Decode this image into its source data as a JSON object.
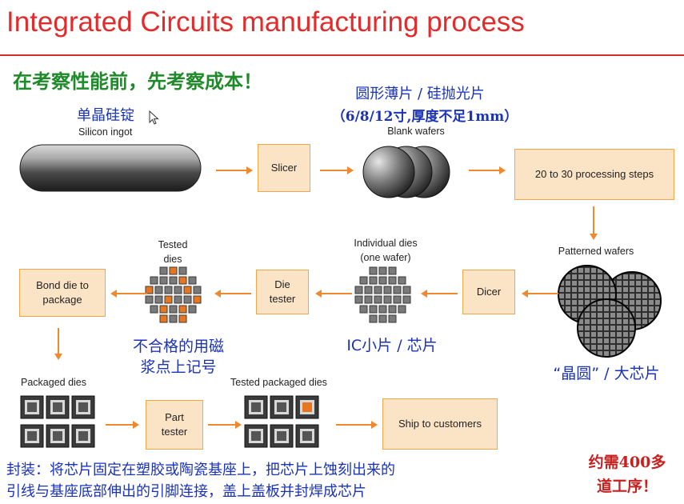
{
  "title": "Integrated Circuits manufacturing process",
  "subtitle": "在考察性能前，先考察成本！",
  "row1": {
    "ingot_cn": "单晶硅锭",
    "ingot_label": "Silicon ingot",
    "slicer": "Slicer",
    "wafer_cn_line1": "圆形薄片 / 硅抛光片",
    "wafer_cn_line2": "（6/8/12寸,厚度不足1mm）",
    "blank_wafers_label": "Blank wafers",
    "processing_steps": "20 to 30 processing steps"
  },
  "row2": {
    "patterned_wafers_label": "Patterned wafers",
    "dicer": "Dicer",
    "individual_dies_line1": "Individual dies",
    "individual_dies_line2": "(one wafer)",
    "die_tester_line1": "Die",
    "die_tester_line2": "tester",
    "tested_dies_line1": "Tested",
    "tested_dies_line2": "dies",
    "bond_line1": "Bond die to",
    "bond_line2": "package",
    "bad_die_note_line1": "不合格的用磁",
    "bad_die_note_line2": "浆点上记号",
    "ic_chip_note": "IC小片 / 芯片",
    "wafer_note": "“晶圆” / 大芯片"
  },
  "row3": {
    "packaged_dies_label": "Packaged dies",
    "part_tester_line1": "Part",
    "part_tester_line2": "tester",
    "tested_packaged_label": "Tested packaged dies",
    "ship": "Ship to customers"
  },
  "footer": {
    "packaging_line1": "封装：将芯片固定在塑胶或陶瓷基座上，把芯片上蚀刻出来的",
    "packaging_line2": "引线与基座底部伸出的引脚连接，盖上盖板并封焊成芯片",
    "steps_line1": "约需400多",
    "steps_line2": "道工序！"
  },
  "colors": {
    "title": "#e32b2b",
    "subtitle": "#1f8a2a",
    "annotation_blue": "#1a33b8",
    "annotation_red": "#c8201e",
    "box_fill": "#fbe4c6",
    "box_border": "#f2a64a",
    "arrow": "#f0882e",
    "defect": "#e8761e"
  },
  "icons": [
    "mouse-cursor-icon"
  ]
}
